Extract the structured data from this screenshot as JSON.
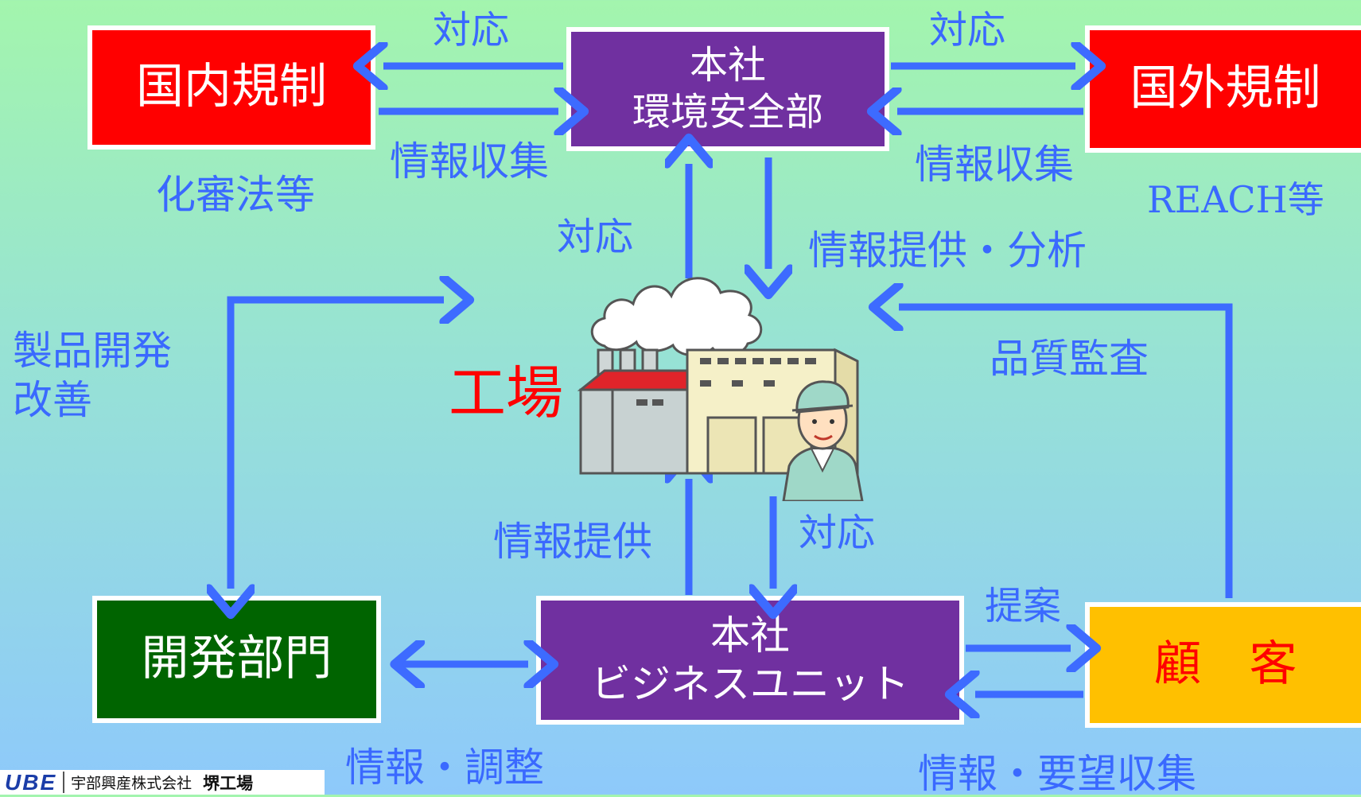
{
  "boxes": {
    "domestic_reg": "国内規制",
    "hq_env_line1": "本社",
    "hq_env_line2": "環境安全部",
    "foreign_reg": "国外規制",
    "dev_dept": "開発部門",
    "hq_bu_line1": "本社",
    "hq_bu_line2": "ビジネスユニット",
    "customer": "顧　客"
  },
  "labels": {
    "respond_left": "対応",
    "info_collect_left": "情報収集",
    "respond_right": "対応",
    "info_collect_right": "情報収集",
    "chemical_law": "化審法等",
    "reach": "REACH等",
    "respond_up": "対応",
    "info_provide_analysis": "情報提供・分析",
    "product_dev_line1": "製品開発",
    "product_dev_line2": "改善",
    "factory": "工場",
    "quality_audit": "品質監査",
    "info_provide": "情報提供",
    "respond_down": "対応",
    "proposal": "提案",
    "info_adjust": "情報・調整",
    "info_request_collect": "情報・要望収集"
  },
  "logo": {
    "mark": "UBE",
    "company": "宇部興産株式会社",
    "plant": "堺工場"
  },
  "colors": {
    "arrow": "#3d6bff",
    "label_text": "#3a69ff",
    "regulation_box": "#ff0000",
    "hq_box": "#7030a0",
    "dev_box": "#006400",
    "customer_box": "#ffc000",
    "customer_text": "#ff0000",
    "factory_text": "#ff0000"
  },
  "icons": [
    "factory-illustration",
    "worker-illustration",
    "smoke-cloud"
  ]
}
